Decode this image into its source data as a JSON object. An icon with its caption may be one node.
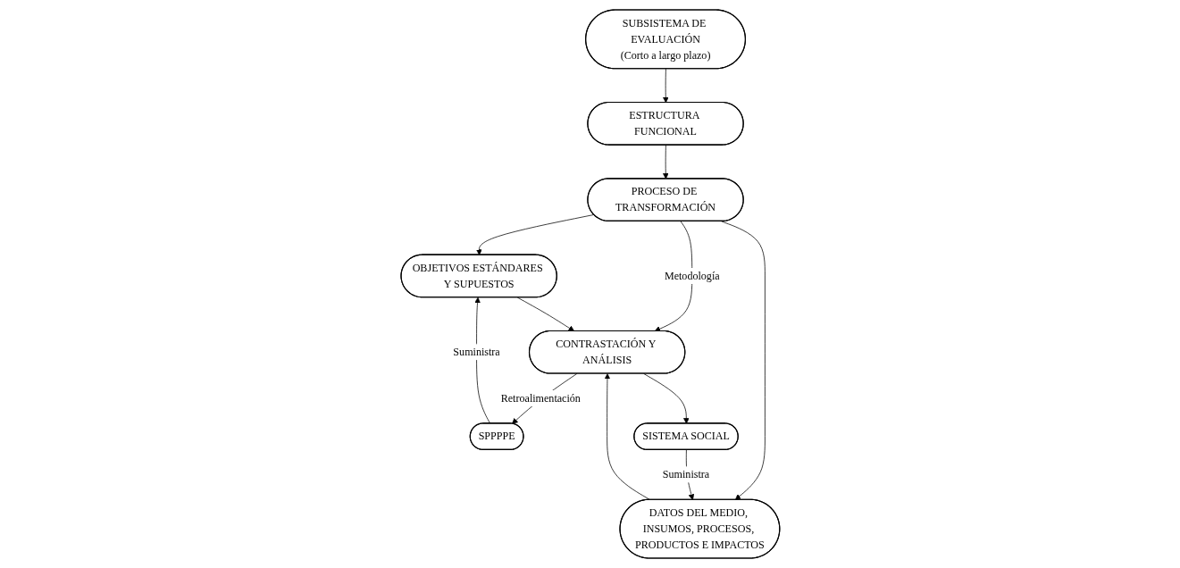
{
  "diagram": {
    "nodes": [
      {
        "text": [
          "SUBSISTEMA DE EVALUACIÓN",
          "(Corto a largo plazo)"
        ]
      },
      {
        "text": [
          "ESTRUCTURA FUNCIONAL"
        ]
      },
      {
        "text": [
          "PROCESO DE TRANSFORMACIÓN"
        ]
      },
      {
        "text": [
          "OBJETIVOS ESTÁNDARES Y SUPUESTOS"
        ]
      },
      {
        "text": [
          "DATOS DEL MEDIO, INSUMOS, PROCESOS, PRODUCTOS E IMPACTOS"
        ]
      },
      {
        "text": [
          "CONTRASTACIÓN Y ANÁLISIS"
        ]
      },
      {
        "text": [
          "SPPPPE"
        ]
      },
      {
        "text": [
          "SISTEMA SOCIAL"
        ]
      }
    ],
    "edges": [
      {
        "from": 0,
        "to": 1,
        "arrow": "to"
      },
      {
        "from": 1,
        "to": 2,
        "arrow": "to"
      },
      {
        "from": 2,
        "to": 3,
        "arrow": "to"
      },
      {
        "from": 2,
        "to": 5,
        "label": "Metodología",
        "arrow": "to"
      },
      {
        "from": 2,
        "to": 4,
        "arrow": "to"
      },
      {
        "from": 3,
        "to": 5,
        "arrow": "to"
      },
      {
        "from": 4,
        "to": 5,
        "arrow": "to"
      },
      {
        "from": 6,
        "to": 3,
        "label": "Suministra",
        "arrow": "to"
      },
      {
        "from": 7,
        "to": 4,
        "label": "Suministra",
        "arrow": "to"
      },
      {
        "from": 5,
        "to": 6,
        "label": "Retroalimentación",
        "arrow": "to"
      },
      {
        "from": 5,
        "to": 7,
        "arrow": "to"
      }
    ]
  }
}
